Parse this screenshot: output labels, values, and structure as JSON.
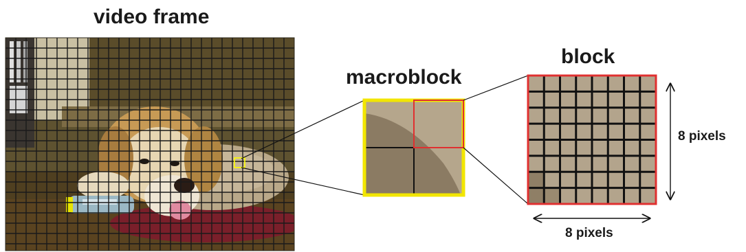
{
  "labels": {
    "video_frame": "video frame",
    "macroblock": "macroblock",
    "block": "block",
    "pixels_vertical": "8 pixels",
    "pixels_horizontal": "8 pixels"
  },
  "block_grid": {
    "rows": 8,
    "cols": 8
  },
  "macroblock_grid": {
    "rows": 2,
    "cols": 2
  },
  "colors": {
    "macroblock_border": "#f2e600",
    "selection_box": "#ffff00",
    "block_border": "#e03030",
    "block_fill": "#b3a48c",
    "grid_line": "#111111",
    "dark_tone": "#8a7a62",
    "light_tone": "#b8a98f"
  }
}
